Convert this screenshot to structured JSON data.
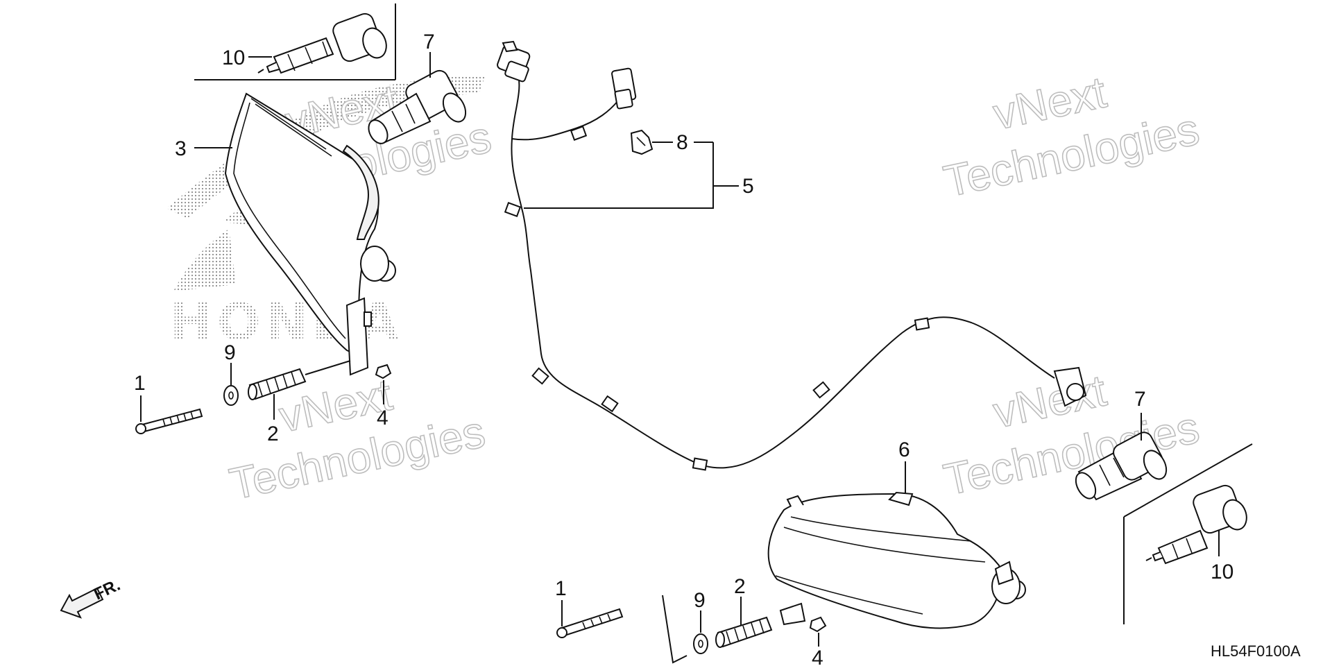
{
  "diagram": {
    "part_labels": {
      "bolt_left": "1",
      "bolt_right": "1",
      "spring_left": "2",
      "spring_right": "2",
      "headlight_left": "3",
      "nut_left": "4",
      "nut_right": "4",
      "harness": "5",
      "headlight_right": "6",
      "bulb_left": "7",
      "bulb_right": "7",
      "connector": "8",
      "washer_left": "9",
      "washer_right": "9",
      "bulb_inset_left": "10",
      "bulb_inset_right": "10"
    },
    "direction_label": "FR.",
    "diagram_code": "HL54F0100A",
    "watermarks": [
      {
        "line1": "vNext",
        "line2": "Technologies"
      },
      {
        "line1": "vNext",
        "line2": "Technologies"
      },
      {
        "line1": "vNext",
        "line2": "Technologies"
      },
      {
        "line1": "vNext",
        "line2": "Technologies"
      }
    ],
    "logo_text": "HONDA"
  }
}
